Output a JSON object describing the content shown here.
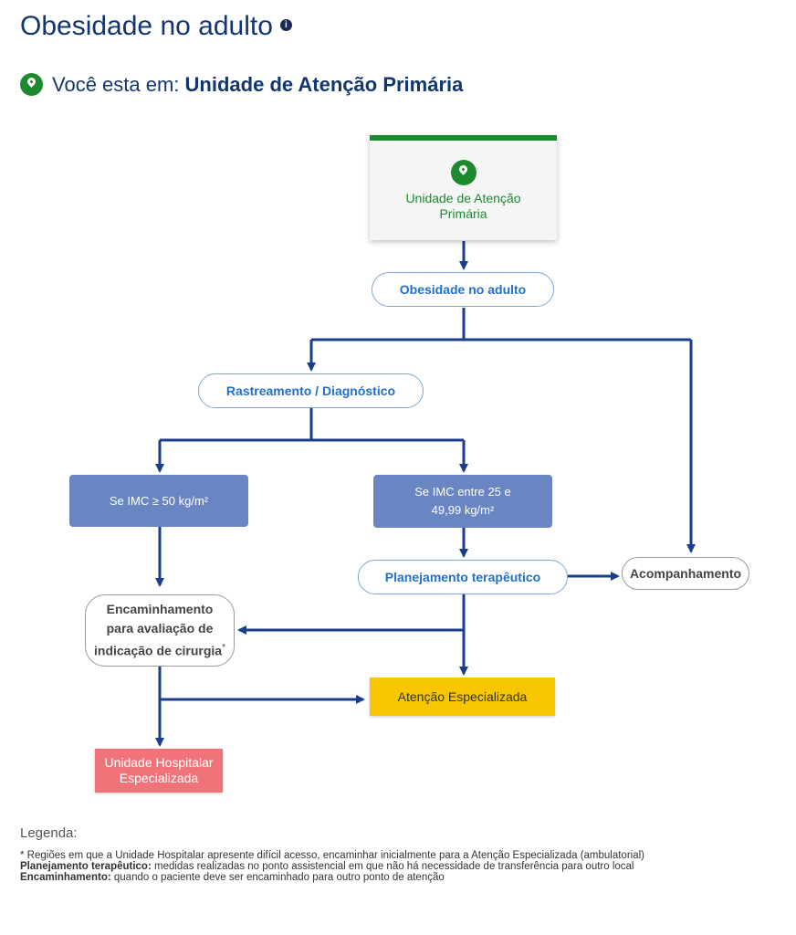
{
  "header": {
    "title": "Obesidade no adulto",
    "info_icon": "info-icon",
    "location_prefix": "Você esta em:",
    "location_value": "Unidade de Atenção Primária",
    "location_icon": "map-pin-icon"
  },
  "flow": {
    "start": "Unidade de Atenção Primária",
    "obesity": "Obesidade no adulto",
    "screening": "Rastreamento / Diagnóstico",
    "imc_high": "Se IMC ≥ 50 kg/m²",
    "imc_mid_line1": "Se IMC entre 25 e",
    "imc_mid_line2": "49,99 kg/m²",
    "planning": "Planejamento terapêutico",
    "followup": "Acompanhamento",
    "referral_line1": "Encaminhamento",
    "referral_line2": "para avaliação de",
    "referral_line3": "indicação de cirurgia",
    "referral_mark": "*",
    "specialized": "Atenção Especializada",
    "hospital_line1": "Unidade Hospitalar",
    "hospital_line2": "Especializada"
  },
  "legend": {
    "title": "Legenda:",
    "note": "* Regiões em que a Unidade Hospitalar apresente difícil acesso, encaminhar inicialmente para a Atenção Especializada (ambulatorial)",
    "planning_term": "Planejamento terapêutico:",
    "planning_desc": " medidas realizadas no ponto assistencial em que não há necessidade de transferência para outro local",
    "referral_term": "Encaminhamento:",
    "referral_desc": " quando o paciente deve ser encaminhado para outro ponto de atenção"
  },
  "colors": {
    "arrow": "#1a3e8c",
    "green": "#1e8a2f",
    "blue_box": "#6a86c2",
    "yellow": "#f7c600",
    "red": "#f1737a",
    "title": "#12366e"
  }
}
